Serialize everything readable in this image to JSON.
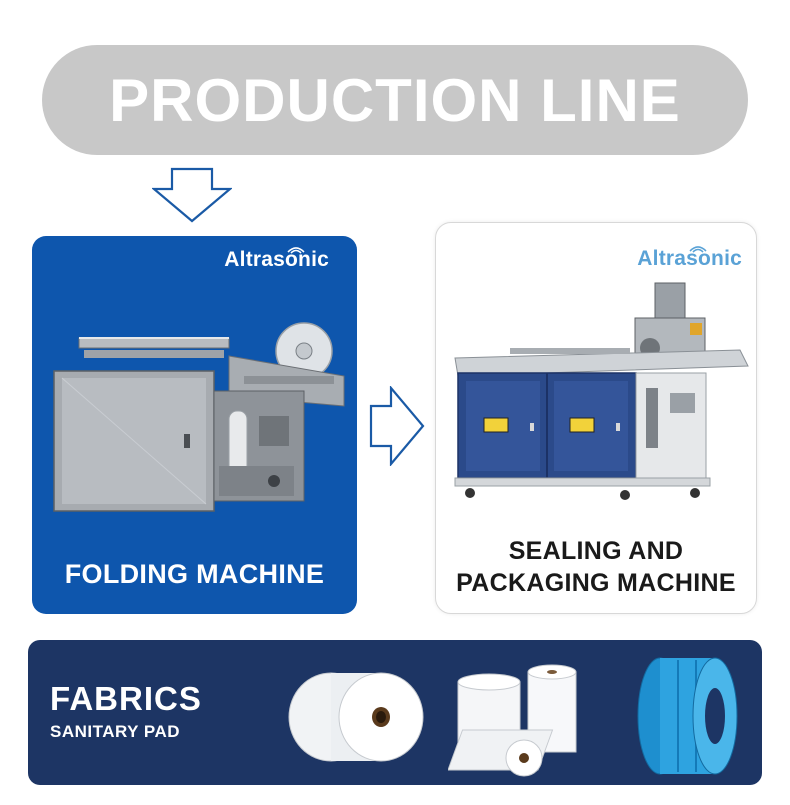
{
  "banner": {
    "title": "PRODUCTION LINE"
  },
  "folding": {
    "brand": "Altrasonic",
    "label": "FOLDING MACHINE"
  },
  "sealing": {
    "brand": "Altrasonic",
    "label_line1": "SEALING AND",
    "label_line2": "PACKAGING MACHINE"
  },
  "materials": {
    "title": "FABRICS",
    "subtitle": "SANITARY PAD"
  },
  "colors": {
    "banner_bg": "#c8c8c8",
    "folding_card_bg": "#0e56ad",
    "bottom_bar_bg": "#1d3564",
    "arrow_outline": "#1a5aa6",
    "brand_light": "#5aa2d6",
    "cabinet_blue": "#2b4a8a"
  },
  "icons": [
    "arrow-down-icon",
    "arrow-right-icon",
    "wifi-signal-icon"
  ]
}
